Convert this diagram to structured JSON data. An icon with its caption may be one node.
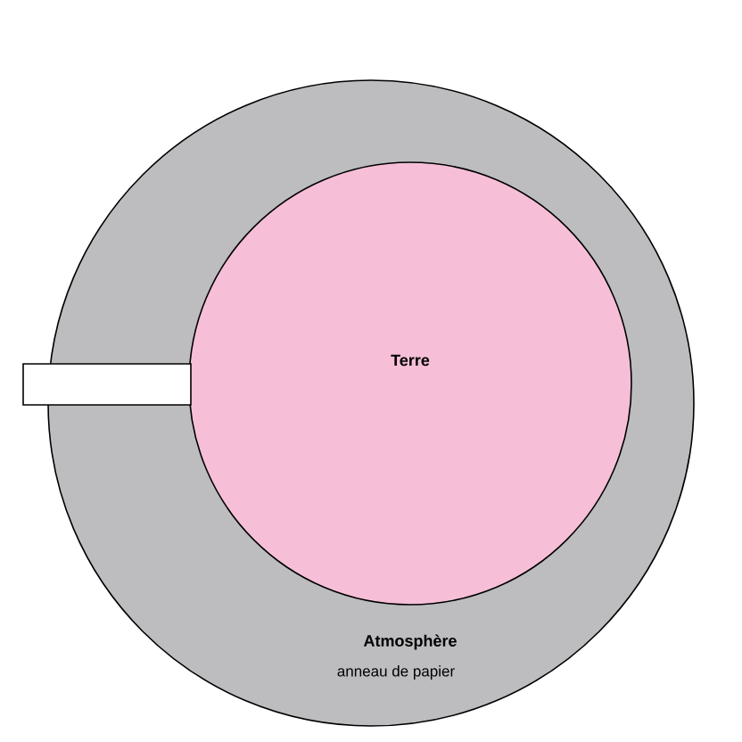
{
  "diagram": {
    "nodes": [
      {
        "text": [
          "Atmosphère",
          "anneau de papier"
        ]
      },
      {
        "text": [
          "Terre"
        ],
        "in": 0
      },
      {
        "text": [],
        "shape": "box"
      }
    ]
  }
}
